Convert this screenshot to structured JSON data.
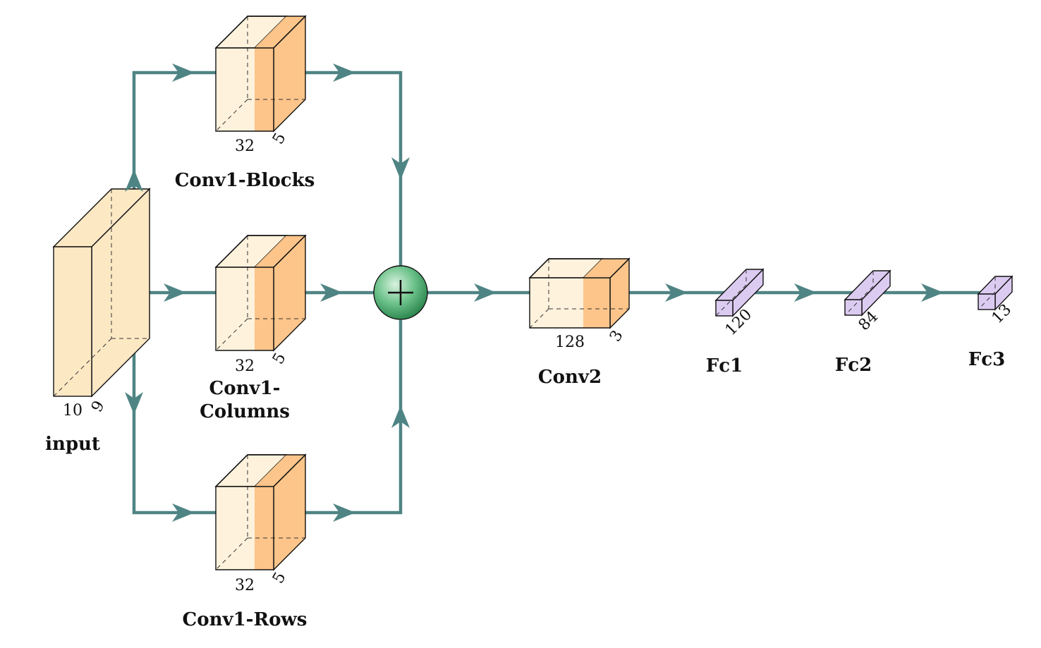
{
  "colors": {
    "edge": "#4f8484",
    "input_fill": "#fde8c4",
    "conv_light": "#fef2dc",
    "conv_dark": "#fdc58a",
    "fc_fill": "#dccbf1",
    "sum_node": "#5cb87a"
  },
  "nodes": {
    "input": {
      "label": "input",
      "dim_a": "10",
      "dim_b": "9"
    },
    "conv1_blocks": {
      "label": "Conv1-Blocks",
      "dim_a": "32",
      "dim_b": "5"
    },
    "conv1_columns": {
      "label_line1": "Conv1-",
      "label_line2": "Columns",
      "dim_a": "32",
      "dim_b": "5"
    },
    "conv1_rows": {
      "label": "Conv1-Rows",
      "dim_a": "32",
      "dim_b": "5"
    },
    "sum": {
      "symbol": "+"
    },
    "conv2": {
      "label": "Conv2",
      "dim_a": "128",
      "dim_b": "3"
    },
    "fc1": {
      "label": "Fc1",
      "dim": "120"
    },
    "fc2": {
      "label": "Fc2",
      "dim": "84"
    },
    "fc3": {
      "label": "Fc3",
      "dim": "13"
    }
  },
  "icons": {
    "sum": "plus-icon"
  }
}
